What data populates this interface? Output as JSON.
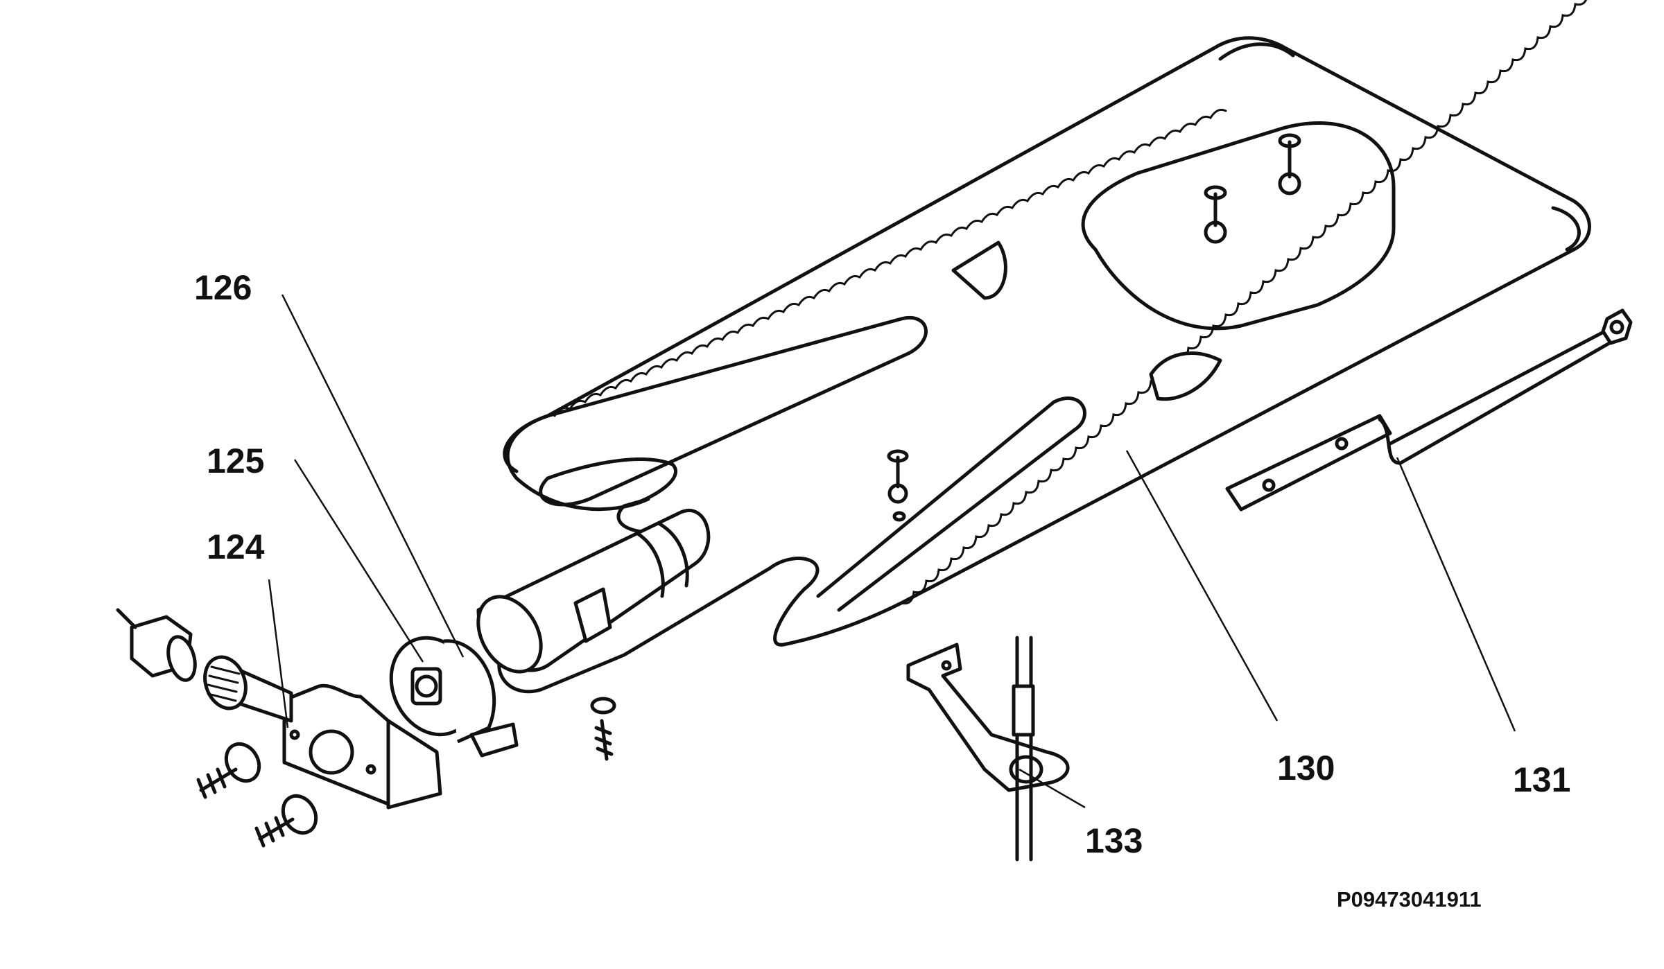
{
  "diagram": {
    "reference_code": "P09473041911",
    "parts": [
      {
        "id": "part-124",
        "label": "124",
        "depicts": "burner mounting bracket"
      },
      {
        "id": "part-125",
        "label": "125",
        "depicts": "injector nozzle"
      },
      {
        "id": "part-126",
        "label": "126",
        "depicts": "air shutter"
      },
      {
        "id": "part-130",
        "label": "130",
        "depicts": "oven burner"
      },
      {
        "id": "part-131",
        "label": "131",
        "depicts": "burner support bracket"
      },
      {
        "id": "part-133",
        "label": "133",
        "depicts": "thermocouple bracket"
      }
    ]
  }
}
